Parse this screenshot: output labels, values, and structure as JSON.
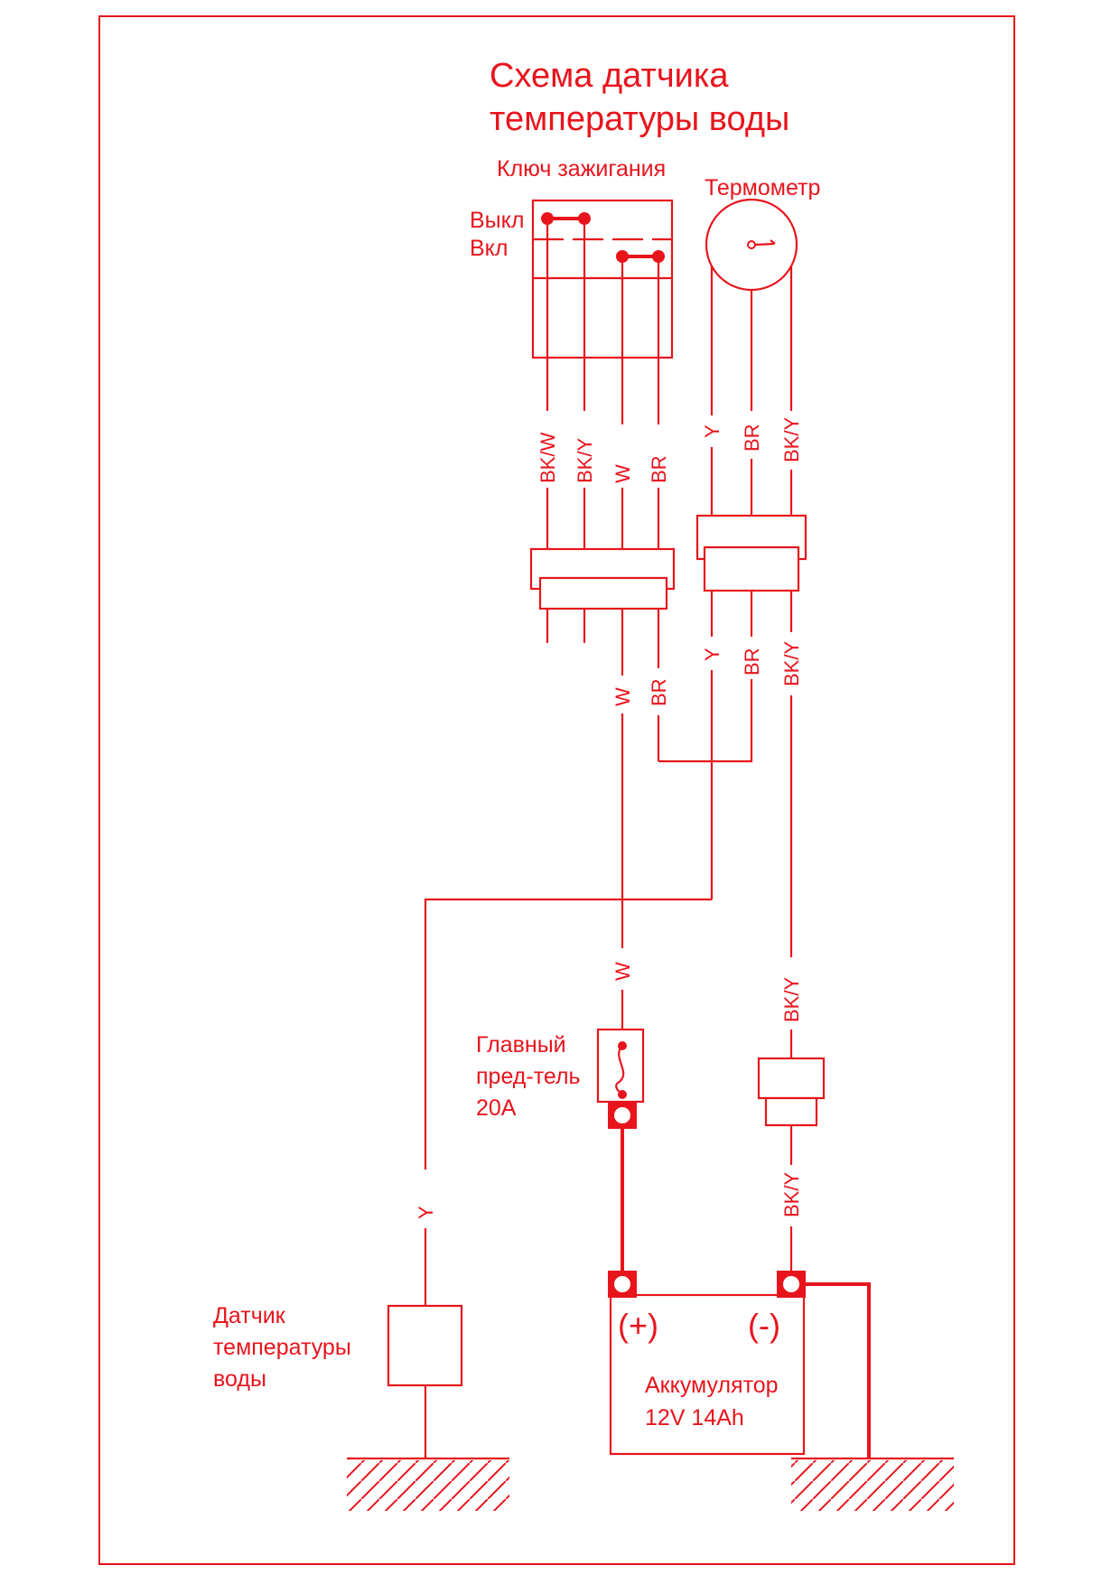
{
  "title": {
    "line1": "Схема датчика",
    "line2": "температуры воды"
  },
  "ignition": {
    "label": "Ключ зажигания",
    "off_label": "Выкл",
    "on_label": "Вкл"
  },
  "thermometer": {
    "label": "Термометр"
  },
  "fuse": {
    "line1": "Главный",
    "line2": "пред-тель",
    "line3": "20A"
  },
  "sensor": {
    "line1": "Датчик",
    "line2": "температуры",
    "line3": "воды"
  },
  "battery": {
    "plus": "(+)",
    "minus": "(-)",
    "line1": "Аккумулятор",
    "line2": "12V 14Ah"
  },
  "wires": {
    "bkw": "BK/W",
    "bky": "BK/Y",
    "w": "W",
    "br": "BR",
    "y": "Y"
  },
  "colors": {
    "ink": "#e8141c",
    "background": "#ffffff"
  }
}
